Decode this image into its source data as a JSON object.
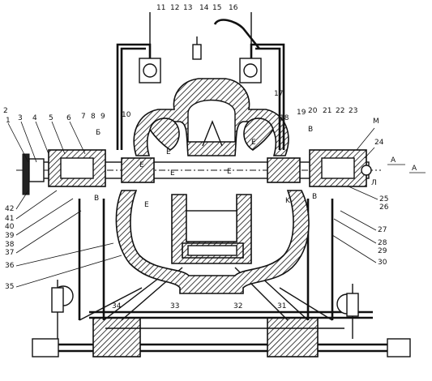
{
  "diagram": {
    "callouts_left": [
      "2",
      "1",
      "3",
      "4",
      "5",
      "6",
      "7",
      "8",
      "9",
      "10",
      "42",
      "41",
      "40",
      "39",
      "38",
      "37",
      "36",
      "35"
    ],
    "callouts_top": [
      "11",
      "12",
      "13",
      "14",
      "15",
      "16",
      "17"
    ],
    "callouts_right": [
      "18",
      "19",
      "20",
      "21",
      "22",
      "23",
      "M",
      "24",
      "25",
      "26",
      "27",
      "28",
      "29",
      "30"
    ],
    "callouts_bottom": [
      "34",
      "33",
      "32",
      "31"
    ],
    "section_letters": [
      "A",
      "A",
      "Б",
      "В",
      "В",
      "B",
      "K",
      "Л"
    ],
    "flow_labels": [
      "Е",
      "Е",
      "Е",
      "Е",
      "Е",
      "Е"
    ]
  }
}
